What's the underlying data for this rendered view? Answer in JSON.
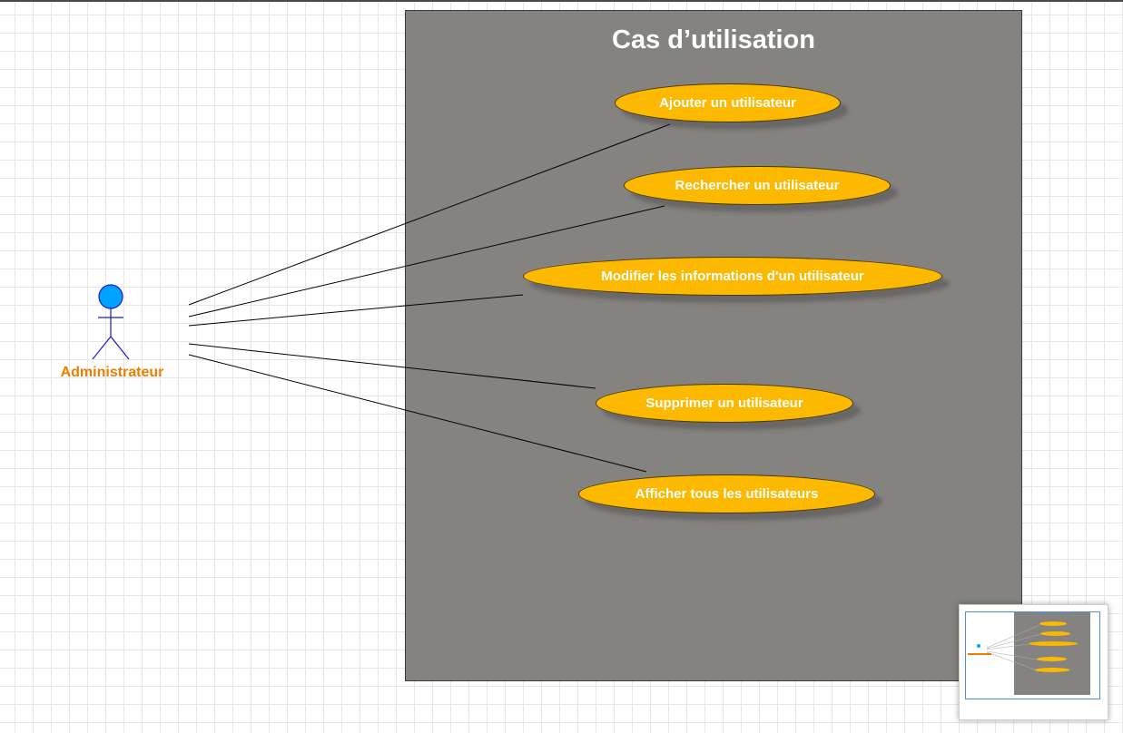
{
  "diagram": {
    "system_title": "Cas d’utilisation",
    "actor": {
      "name": "Administrateur",
      "icon": "stick-figure-icon"
    },
    "use_cases": [
      {
        "label": "Ajouter un utilisateur"
      },
      {
        "label": "Rechercher un utilisateur"
      },
      {
        "label": "Modifier les informations d'un utilisateur"
      },
      {
        "label": "Supprimer un utilisateur"
      },
      {
        "label": "Afficher tous les utilisateurs"
      }
    ]
  },
  "colors": {
    "system_fill": "#858380",
    "use_case_fill": "#fdb900",
    "actor_fill": "#00a2ff",
    "actor_stroke": "#1a1acc",
    "actor_label": "#f07c00"
  }
}
